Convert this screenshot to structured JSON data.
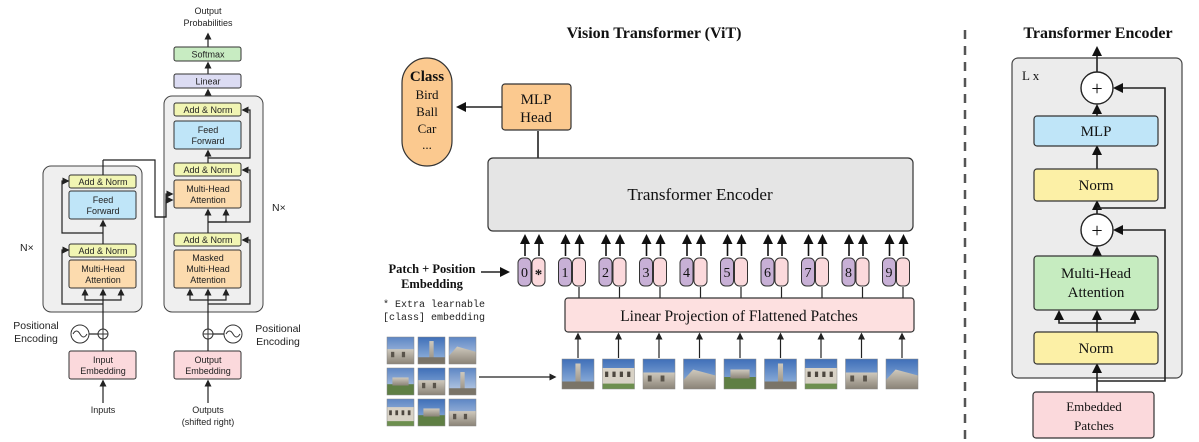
{
  "colors": {
    "add_norm": "#f1f5b3",
    "feed_forward": "#bfe5f8",
    "attention": "#fcdbae",
    "embedding": "#fbd9dc",
    "linear": "#dcdcf3",
    "softmax": "#c8ecc2",
    "panel": "#efefef",
    "vit_encoder": "#e5e5e5",
    "mlp_head": "#fbc98f",
    "class_pill": "#fbc98f",
    "token_purple": "#c8b0d6",
    "token_pink": "#fbd9dc",
    "proj": "#fde0e0",
    "enc_norm": "#fcf0a6",
    "enc_mlp": "#bfe5f8",
    "enc_mha": "#c6ecc0",
    "enc_embed": "#fbd9dc",
    "enc_panel": "#ececec"
  },
  "orig": {
    "output_probs_line1": "Output",
    "output_probs_line2": "Probabilities",
    "softmax": "Softmax",
    "linear": "Linear",
    "add_norm": "Add & Norm",
    "feed_forward_1": "Feed",
    "feed_forward_2": "Forward",
    "mha_1": "Multi-Head",
    "mha_2": "Attention",
    "masked_1": "Masked",
    "masked_2": "Multi-Head",
    "masked_3": "Attention",
    "nx_left": "N×",
    "nx_right": "N×",
    "pos_enc_left_1": "Positional",
    "pos_enc_left_2": "Encoding",
    "pos_enc_right_1": "Positional",
    "pos_enc_right_2": "Encoding",
    "input_emb_1": "Input",
    "input_emb_2": "Embedding",
    "output_emb_1": "Output",
    "output_emb_2": "Embedding",
    "inputs": "Inputs",
    "outputs_1": "Outputs",
    "outputs_2": "(shifted right)"
  },
  "vit": {
    "title": "Vision Transformer (ViT)",
    "class_title": "Class",
    "class_items": [
      "Bird",
      "Ball",
      "Car",
      "..."
    ],
    "mlp_head_1": "MLP",
    "mlp_head_2": "Head",
    "encoder": "Transformer Encoder",
    "patch_pos_1": "Patch + Position",
    "patch_pos_2": "Embedding",
    "extra_1": "* Extra learnable",
    "extra_2": "[class] embedding",
    "projection": "Linear Projection of Flattened Patches",
    "tokens": [
      "0",
      "1",
      "2",
      "3",
      "4",
      "5",
      "6",
      "7",
      "8",
      "9"
    ],
    "class_star": "*"
  },
  "enc": {
    "title": "Transformer Encoder",
    "lx": "L x",
    "plus": "+",
    "mlp": "MLP",
    "norm": "Norm",
    "mha_1": "Multi-Head",
    "mha_2": "Attention",
    "embedded_1": "Embedded",
    "embedded_2": "Patches"
  }
}
